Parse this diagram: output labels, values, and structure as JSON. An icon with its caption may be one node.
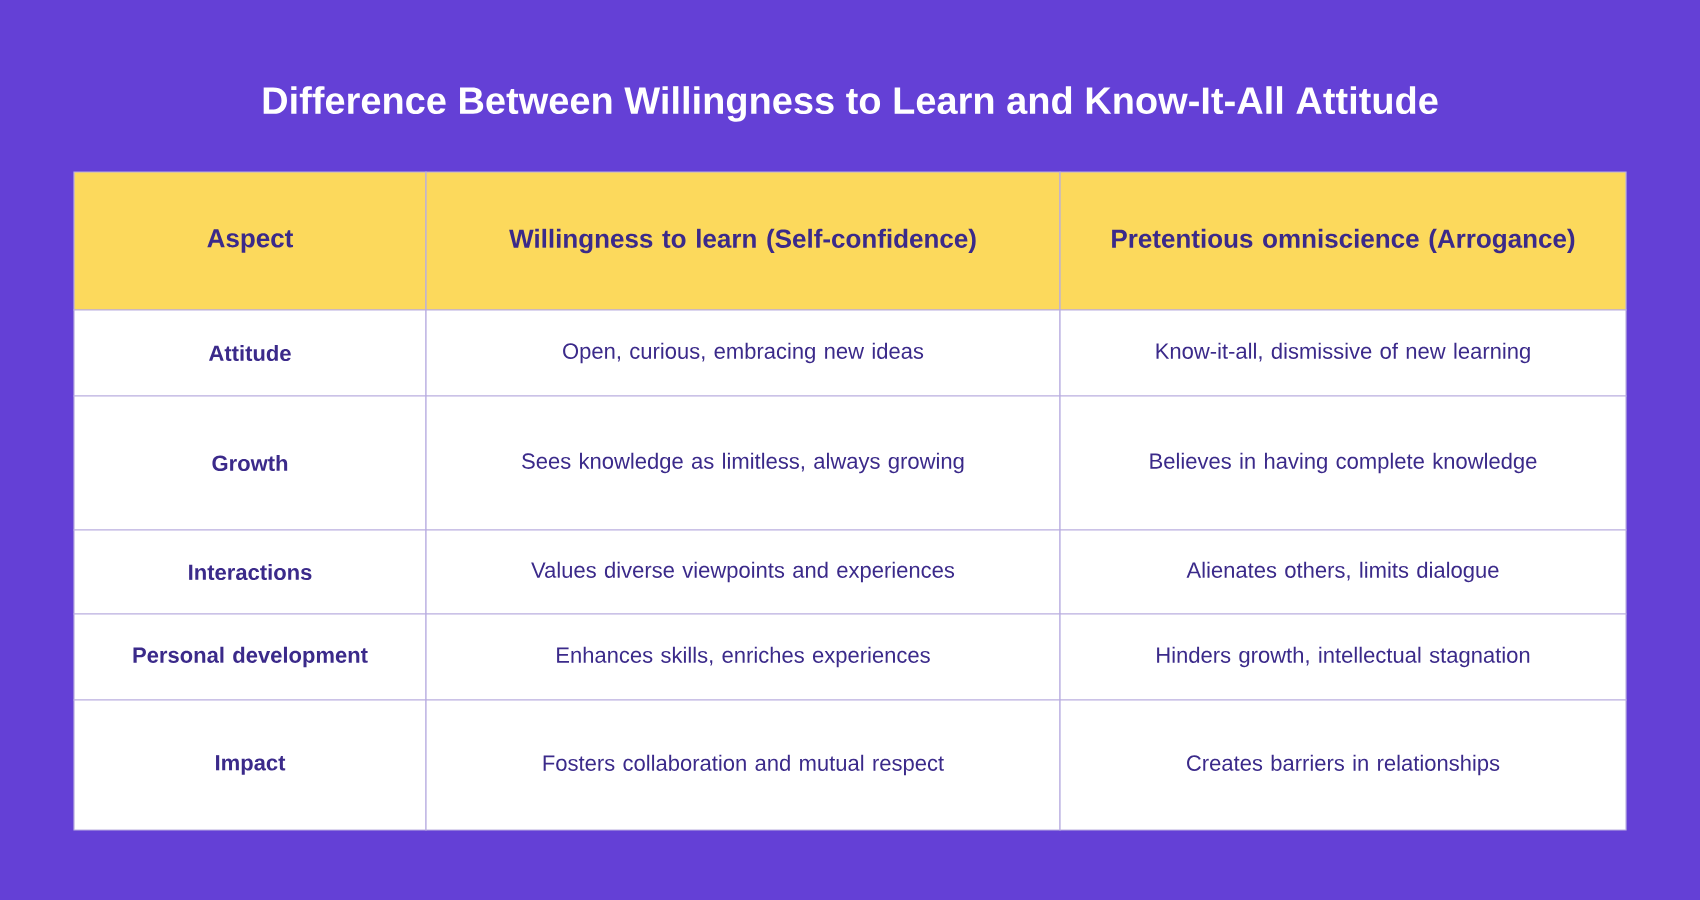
{
  "diagram": {
    "title": "Difference Between Willingness to Learn and Know-It-All Attitude",
    "labels": [
      "Aspect",
      "Willingness to learn (Self-confidence)",
      "Pretentious omniscience (Arrogance)",
      "Attitude",
      "Open, curious, embracing new ideas",
      "Know-it-all, dismissive of new learning",
      "Growth",
      "Sees knowledge as limitless, always growing",
      "Believes in having complete knowledge",
      "Interactions",
      "Values diverse viewpoints and experiences",
      "Alienates others, limits dialogue",
      "Personal development",
      "Enhances skills, enriches experiences",
      "Hinders growth, intellectual stagnation",
      "Impact",
      "Fosters collaboration and mutual respect",
      "Creates barriers in relationships"
    ]
  }
}
